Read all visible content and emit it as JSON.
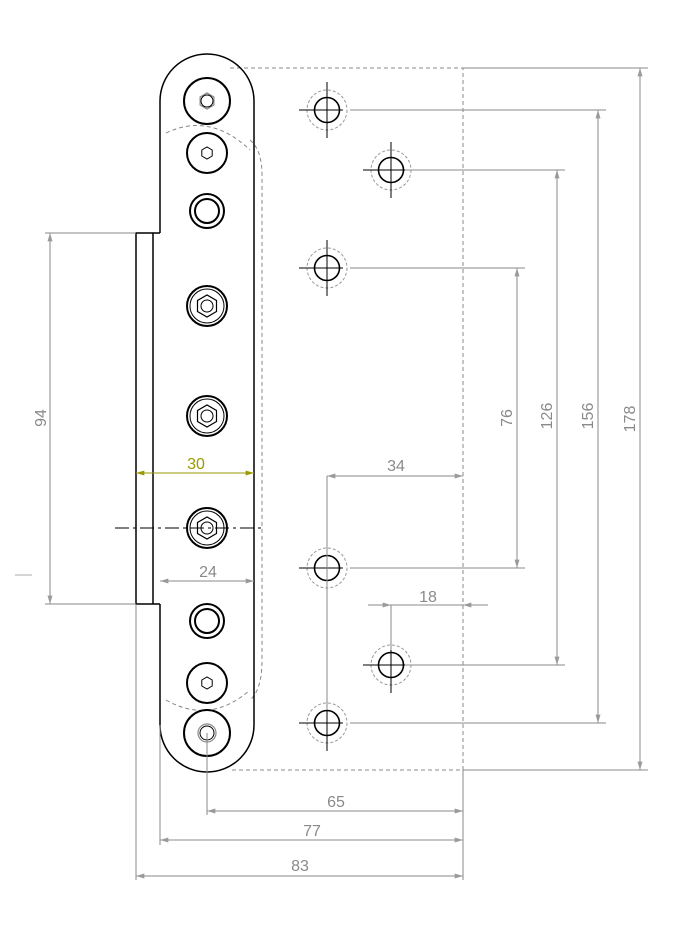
{
  "drawing": {
    "colors": {
      "outline": "#000000",
      "dimension": "#8a8a8a",
      "highlight": "#9a9a00"
    },
    "dimensions": {
      "total_height": "178",
      "hole_span_outer": "156",
      "hole_span_middle": "126",
      "hole_span_inner": "76",
      "knuckle_height": "94",
      "hole_offset_edge_a": "34",
      "hole_offset_edge_b": "18",
      "leaf_width_total": "30",
      "leaf_width": "24",
      "screw_axis_width": "65",
      "leaf_to_edge_width": "77",
      "overall_width": "83"
    }
  }
}
